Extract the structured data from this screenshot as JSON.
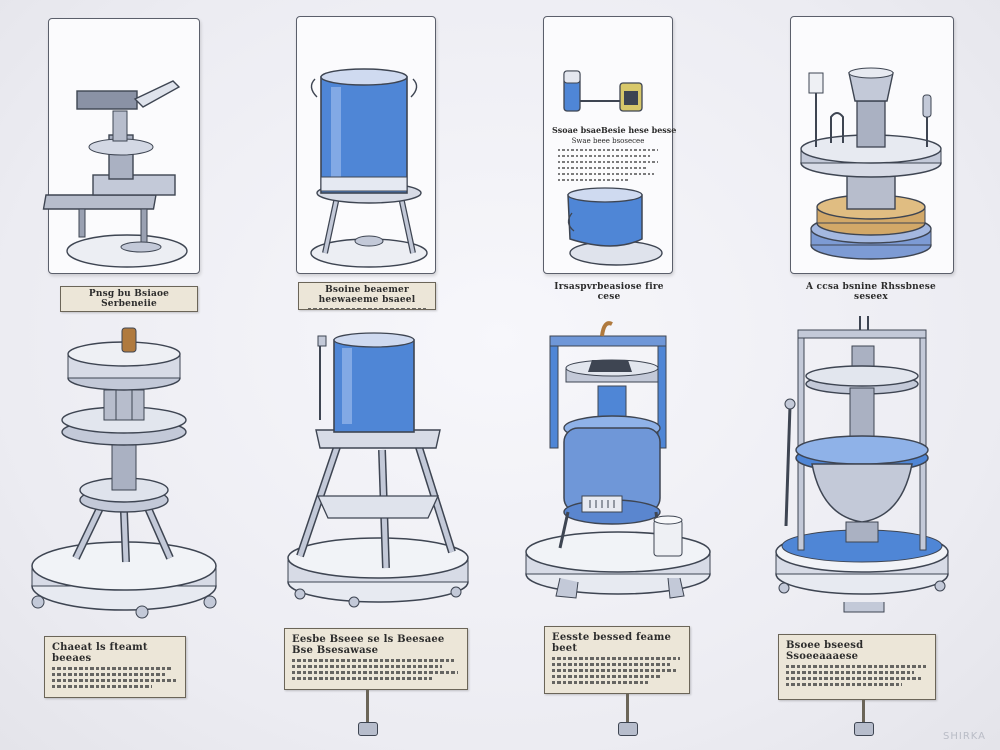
{
  "plaques_top": [
    {
      "title": "Pnsg bu Bsiaoe Serbeneiie"
    },
    {
      "title": "Bsoine beaemer heewaeeme bsaeel"
    },
    {
      "title": "Irsaspvrbeasiose fire cese"
    },
    {
      "title": "A ccsa bsnine Rhssbnese seseex"
    }
  ],
  "frame_texts": [
    {
      "title": "Ssoae bsaeBesie hese besse",
      "sub": "Swae beee bsosecee"
    }
  ],
  "plaques_bottom": [
    {
      "title": "Chaeat ls fteamt beeaes"
    },
    {
      "title": "Eesbe Bseee se ls Beesaee Bse Bsesawase"
    },
    {
      "title": "Eesste bessed feame beet"
    },
    {
      "title": "Bsoee bseesd Ssoeeaaaese"
    }
  ],
  "watermark": "SHIRKA",
  "colors": {
    "liquid": "#4f86d6",
    "metal": "#c3c9d8",
    "outline": "#3e4552",
    "wood": "#d2a868",
    "copper": "#b07a3e"
  }
}
